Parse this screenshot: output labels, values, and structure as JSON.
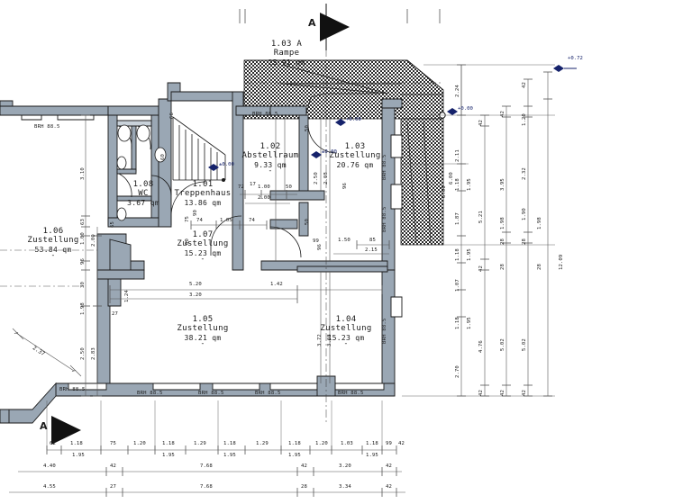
{
  "drawing": {
    "type": "architectural-floor-plan",
    "language": "de",
    "section_markers": [
      {
        "id": "section-marker-top",
        "label": "A"
      },
      {
        "id": "section-marker-bottom",
        "label": "A"
      }
    ]
  },
  "rooms": [
    {
      "number": "1.01",
      "name": "Treppenhaus",
      "area": "13.86",
      "unit": "qm",
      "dash": "-"
    },
    {
      "number": "1.02",
      "name": "Abstellraum",
      "area": "9.33",
      "unit": "qm",
      "dash": "-"
    },
    {
      "number": "1.03",
      "name": "Zustellung",
      "area": "20.76",
      "unit": "qm",
      "dash": "-"
    },
    {
      "number": "1.04",
      "name": "Zustellung",
      "area": "15.23",
      "unit": "qm",
      "dash": "-"
    },
    {
      "number": "1.05",
      "name": "Zustellung",
      "area": "38.21",
      "unit": "qm",
      "dash": "-"
    },
    {
      "number": "1.06",
      "name": "Zustellung",
      "area": "53.84",
      "unit": "qm",
      "dash": "-"
    },
    {
      "number": "1.07",
      "name": "Zustellung",
      "area": "15.23",
      "unit": "qm",
      "dash": "-"
    },
    {
      "number": "1.08",
      "name": "WC",
      "area": "3.67",
      "unit": "qm",
      "dash": "-"
    },
    {
      "number": "1.03 A",
      "name": "Rampe",
      "area": "25.91",
      "unit": "qm",
      "dash": "-"
    }
  ],
  "room_labels": {
    "r101_num": "1.01",
    "r101_name": "Treppenhaus",
    "r101_area": "13.86 qm",
    "r102_num": "1.02",
    "r102_name": "Abstellraum",
    "r102_area": "9.33 qm",
    "r103_num": "1.03",
    "r103_name": "Zustellung",
    "r103_area": "20.76 qm",
    "r104_num": "1.04",
    "r104_name": "Zustellung",
    "r104_area": "15.23 qm",
    "r105_num": "1.05",
    "r105_name": "Zustellung",
    "r105_area": "38.21 qm",
    "r106_num": "1.06",
    "r106_name": "Zustellung",
    "r106_area": "53.84 qm",
    "r107_num": "1.07",
    "r107_name": "Zustellung",
    "r107_area": "15.23 qm",
    "r108_num": "1.08",
    "r108_name": "WC",
    "r108_area": "3.67 qm",
    "ramp_num": "1.03 A",
    "ramp_name": "Rampe",
    "ramp_area": "25.91 qm",
    "dash": "-"
  },
  "elevation_markers": [
    {
      "id": "elev-ramp-right",
      "value": "+0.72"
    },
    {
      "id": "elev-ramp-inner",
      "value": "+0.00"
    },
    {
      "id": "elev-entry",
      "value": "+0.00"
    },
    {
      "id": "elev-stair",
      "value": "±0.00"
    },
    {
      "id": "elev-corridor",
      "value": "±0.00"
    },
    {
      "id": "elev-r103",
      "value": "±0.00"
    }
  ],
  "elev": {
    "e1": "+0.72",
    "e2": "+0.00",
    "e3": "+0.00",
    "e4": "±0.00",
    "e5": "±0.00"
  },
  "sill_labels": {
    "text": "BRH 88.5",
    "positions": [
      "left-outer",
      "top-left",
      "top-102",
      "bottom-1",
      "bottom-2",
      "bottom-3",
      "bottom-4",
      "right-1",
      "right-2",
      "right-3"
    ]
  },
  "dimensions": {
    "bottom_chain_1": [
      "62",
      "1.18",
      "75",
      "1.20",
      "1.18",
      "1.29",
      "1.18",
      "1.29",
      "1.18",
      "1.20",
      "1.03",
      "1.18",
      "99",
      "42"
    ],
    "bottom_chain_1_sub": [
      "1.95",
      "1.95",
      "1.95",
      "1.95",
      "1.95"
    ],
    "bottom_chain_2": [
      "4.40",
      "42",
      "7.68",
      "42",
      "3.20",
      "42"
    ],
    "bottom_chain_3": [
      "4.55",
      "27",
      "7.68",
      "28",
      "3.34",
      "42"
    ],
    "right_col_1": [
      "2.24",
      "2.11",
      "1.18",
      "1.87",
      "1.18",
      "1.07",
      "1.18",
      "2.70"
    ],
    "right_col_1_sub": [
      "1.95",
      "1.95",
      "1.95"
    ],
    "right_col_2": [
      "42",
      "5.21",
      "42",
      "4.76",
      "42"
    ],
    "right_col_3": [
      "42",
      "3.95",
      "28",
      "1.98",
      "28",
      "5.02",
      "42"
    ],
    "right_col_4": [
      "42",
      "1.20",
      "2.32",
      "1.90",
      "28",
      "1.98",
      "28",
      "5.02",
      "42"
    ],
    "right_total": "12.09",
    "right_left_total": "6.00",
    "right_upper_total": "6.00",
    "left_chain": [
      "3.10",
      "63",
      "1.00",
      "2.00",
      "96",
      "30",
      "1.98",
      "2.50",
      "2.83"
    ],
    "interior": [
      "5.20",
      "3.20",
      "1.42",
      "2.15",
      "1.50",
      "85",
      "1.00",
      "2.00",
      "72",
      "17",
      "50",
      "50",
      "50",
      "3.72",
      "3.08",
      "2.50",
      "2.08",
      "96",
      "99",
      "74",
      "65",
      "74",
      "1.24",
      "27",
      "2.37",
      "60",
      "75",
      "90",
      "60",
      "96",
      "66"
    ],
    "top_ramp": [
      "2.24"
    ]
  },
  "dim_values": {
    "b1": "62",
    "b2": "1.18",
    "b3": "75",
    "b4": "1.20",
    "b5": "1.18",
    "b6": "1.29",
    "b7": "1.18",
    "b8": "1.29",
    "b9": "1.18",
    "b10": "1.20",
    "b11": "1.03",
    "b12": "1.18",
    "b13": "99",
    "b14": "42",
    "s1": "1.95",
    "s2": "1.95",
    "s3": "1.95",
    "s4": "1.95",
    "s5": "1.95",
    "c1": "4.40",
    "c2": "42",
    "c3": "7.68",
    "c4": "42",
    "c5": "3.20",
    "c6": "42",
    "d1": "4.55",
    "d2": "27",
    "d3": "7.68",
    "d4": "28",
    "d5": "3.34",
    "d6": "42",
    "v224": "2.24",
    "v211": "2.11",
    "v118a": "1.18",
    "v187": "1.87",
    "v118b": "1.18",
    "v107": "1.07",
    "v118c": "1.18",
    "v270": "2.70",
    "vs1": "1.95",
    "vs2": "1.95",
    "vs3": "1.95",
    "w42a": "42",
    "w521": "5.21",
    "w42b": "42",
    "w476": "4.76",
    "w42c": "42",
    "x42a": "42",
    "x395": "3.95",
    "x28a": "28",
    "x198": "1.98",
    "x28b": "28",
    "x502": "5.02",
    "x42b": "42",
    "y42a": "42",
    "y120": "1.20",
    "y232": "2.32",
    "y190": "1.90",
    "y28a": "28",
    "y198": "1.98",
    "y28b": "28",
    "y502": "5.02",
    "y42b": "42",
    "t1209": "12.09",
    "t600": "6.00",
    "t600b": "6.00",
    "l310": "3.10",
    "l63": "63",
    "l100": "1.00",
    "l200": "2.00",
    "l96": "96",
    "l30": "30",
    "l198": "1.98",
    "l250": "2.50",
    "l283": "2.83",
    "i520": "5.20",
    "i320": "3.20",
    "i142": "1.42",
    "i215": "2.15",
    "i150": "1.50",
    "i85": "85",
    "i100": "1.00",
    "i200": "2.00",
    "i72": "72",
    "i17": "17",
    "i50a": "50",
    "i50b": "50",
    "i50c": "50",
    "i372": "3.72",
    "i308": "3.08",
    "i250": "2.50",
    "i208": "2.08",
    "i96a": "96",
    "i99": "99",
    "i74a": "74",
    "i65": "65",
    "i74b": "74",
    "i124": "1.24",
    "i27": "27",
    "i237": "2.37",
    "i60a": "60",
    "i75": "75",
    "i90": "90",
    "i60b": "60",
    "i96b": "96",
    "i66": "66",
    "i105": "1.05"
  },
  "colors": {
    "wall_fill": "#9aa7b4",
    "wall_stroke": "#1a1a1a",
    "hatch": "#2b2b2b",
    "paper": "#ffffff",
    "dim_line": "#555555",
    "elev_blue": "#15226b"
  }
}
